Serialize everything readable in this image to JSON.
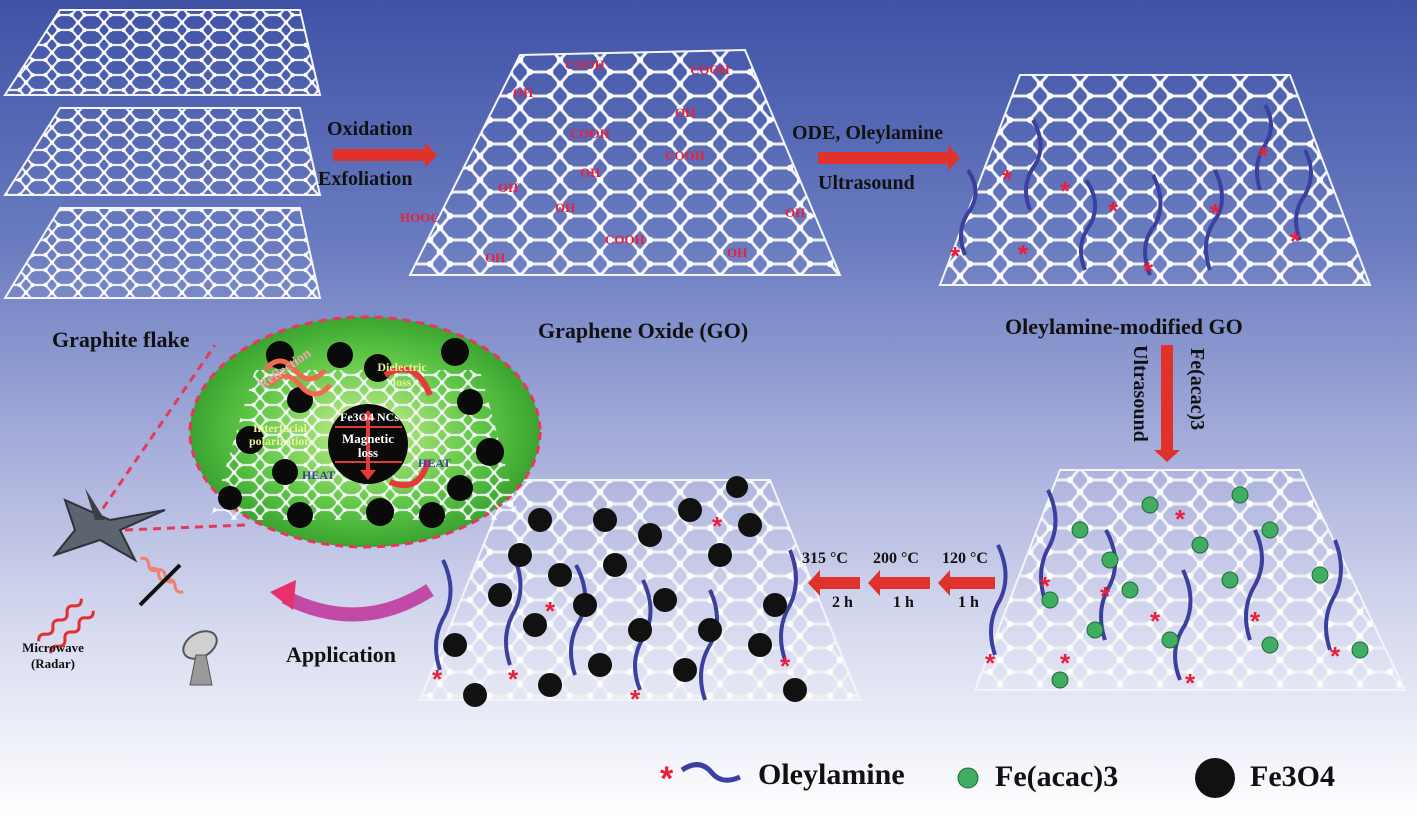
{
  "labels": {
    "graphite": "Graphite flake",
    "go": "Graphene Oxide (GO)",
    "ogo": "Oleylamine-modified GO",
    "oxidation": "Oxidation",
    "exfoliation": "Exfoliation",
    "ode": "ODE, Oleylamine",
    "ultrasound1": "Ultrasound",
    "fe_acac_vert": "Fe(acac)3",
    "ultrasound2": "Ultrasound",
    "t120": "120 °C",
    "t200": "200 °C",
    "t315": "315 °C",
    "h1a": "1 h",
    "h1b": "1 h",
    "h2": "2 h",
    "application": "Application",
    "microwave": "Microwave",
    "radar": "(Radar)"
  },
  "groups": {
    "cooh": "COOH",
    "oh": "OH",
    "hooc": "HOOC"
  },
  "inset": {
    "reflection": "Reflection",
    "dielectric": "Dielectric loss",
    "fe3o4nc": "Fe3O4 NCs",
    "interfacial": "Interfacial polarization",
    "magnetic": "Magnetic loss",
    "heat1": "HEAT",
    "heat2": "HEAT"
  },
  "legend": {
    "oleylamine": "Oleylamine",
    "feacac": "Fe(acac)3",
    "fe3o4": "Fe3O4"
  },
  "colors": {
    "arrow": "#e0322b",
    "oleylamine": "#3b3f9e",
    "star": "#e8203c",
    "fe_acac": "#3fae62",
    "fe3o4": "#111111",
    "inset_green": "#4dbb3a"
  }
}
